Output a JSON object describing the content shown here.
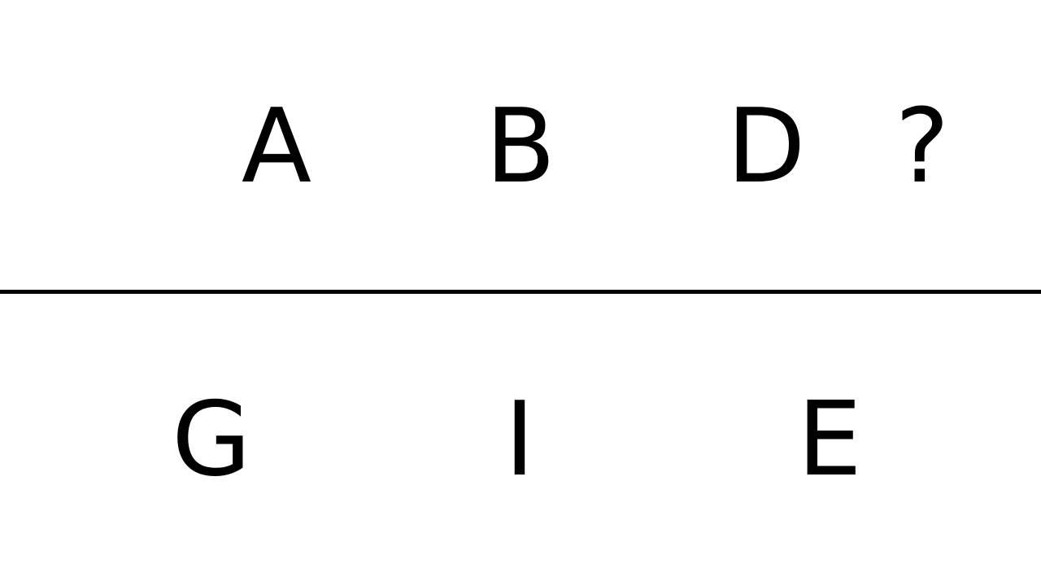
{
  "top_row": {
    "letters": [
      "A",
      "B",
      "D",
      "?"
    ]
  },
  "bottom_row": {
    "letters": [
      "G",
      "I",
      "E"
    ]
  },
  "colors": {
    "background": "#ffffff",
    "text": "#000000",
    "divider": "#000000"
  }
}
